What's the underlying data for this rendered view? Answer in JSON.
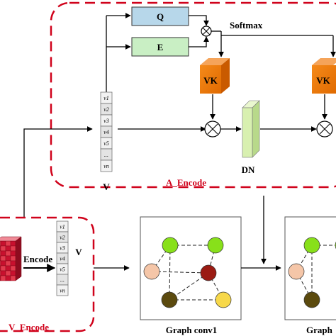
{
  "modules": {
    "a_encode": "A_Encode",
    "v_encode": "V_Encode"
  },
  "blocks": {
    "q": "Q",
    "e": "E",
    "softmax": "Softmax",
    "vk_left": "VK",
    "vk_right": "VK",
    "dn": "DN",
    "encode": "Encode"
  },
  "vectors": {
    "top_label": "V",
    "bottom_label": "V",
    "top_cells": [
      "v1",
      "v2",
      "v3",
      "v4",
      "v5",
      "...",
      "vn"
    ],
    "bottom_cells": [
      "v1",
      "v2",
      "v3",
      "v4",
      "v5",
      "...",
      "vn"
    ]
  },
  "graphs": {
    "conv1_label": "Graph conv1",
    "conv2_label": "Graph"
  },
  "colors": {
    "dashed_border": "#d0021b",
    "q_fill": "#b7d7ea",
    "e_fill": "#c9efc4",
    "vk_fill": "#f07a00",
    "dn_fill": "#d8f0b0",
    "node_green": "#88e01a",
    "node_peach": "#f5c6a8",
    "node_red": "#9b1b13",
    "node_olive": "#5b4a0e",
    "node_yellow": "#f7d84a"
  }
}
